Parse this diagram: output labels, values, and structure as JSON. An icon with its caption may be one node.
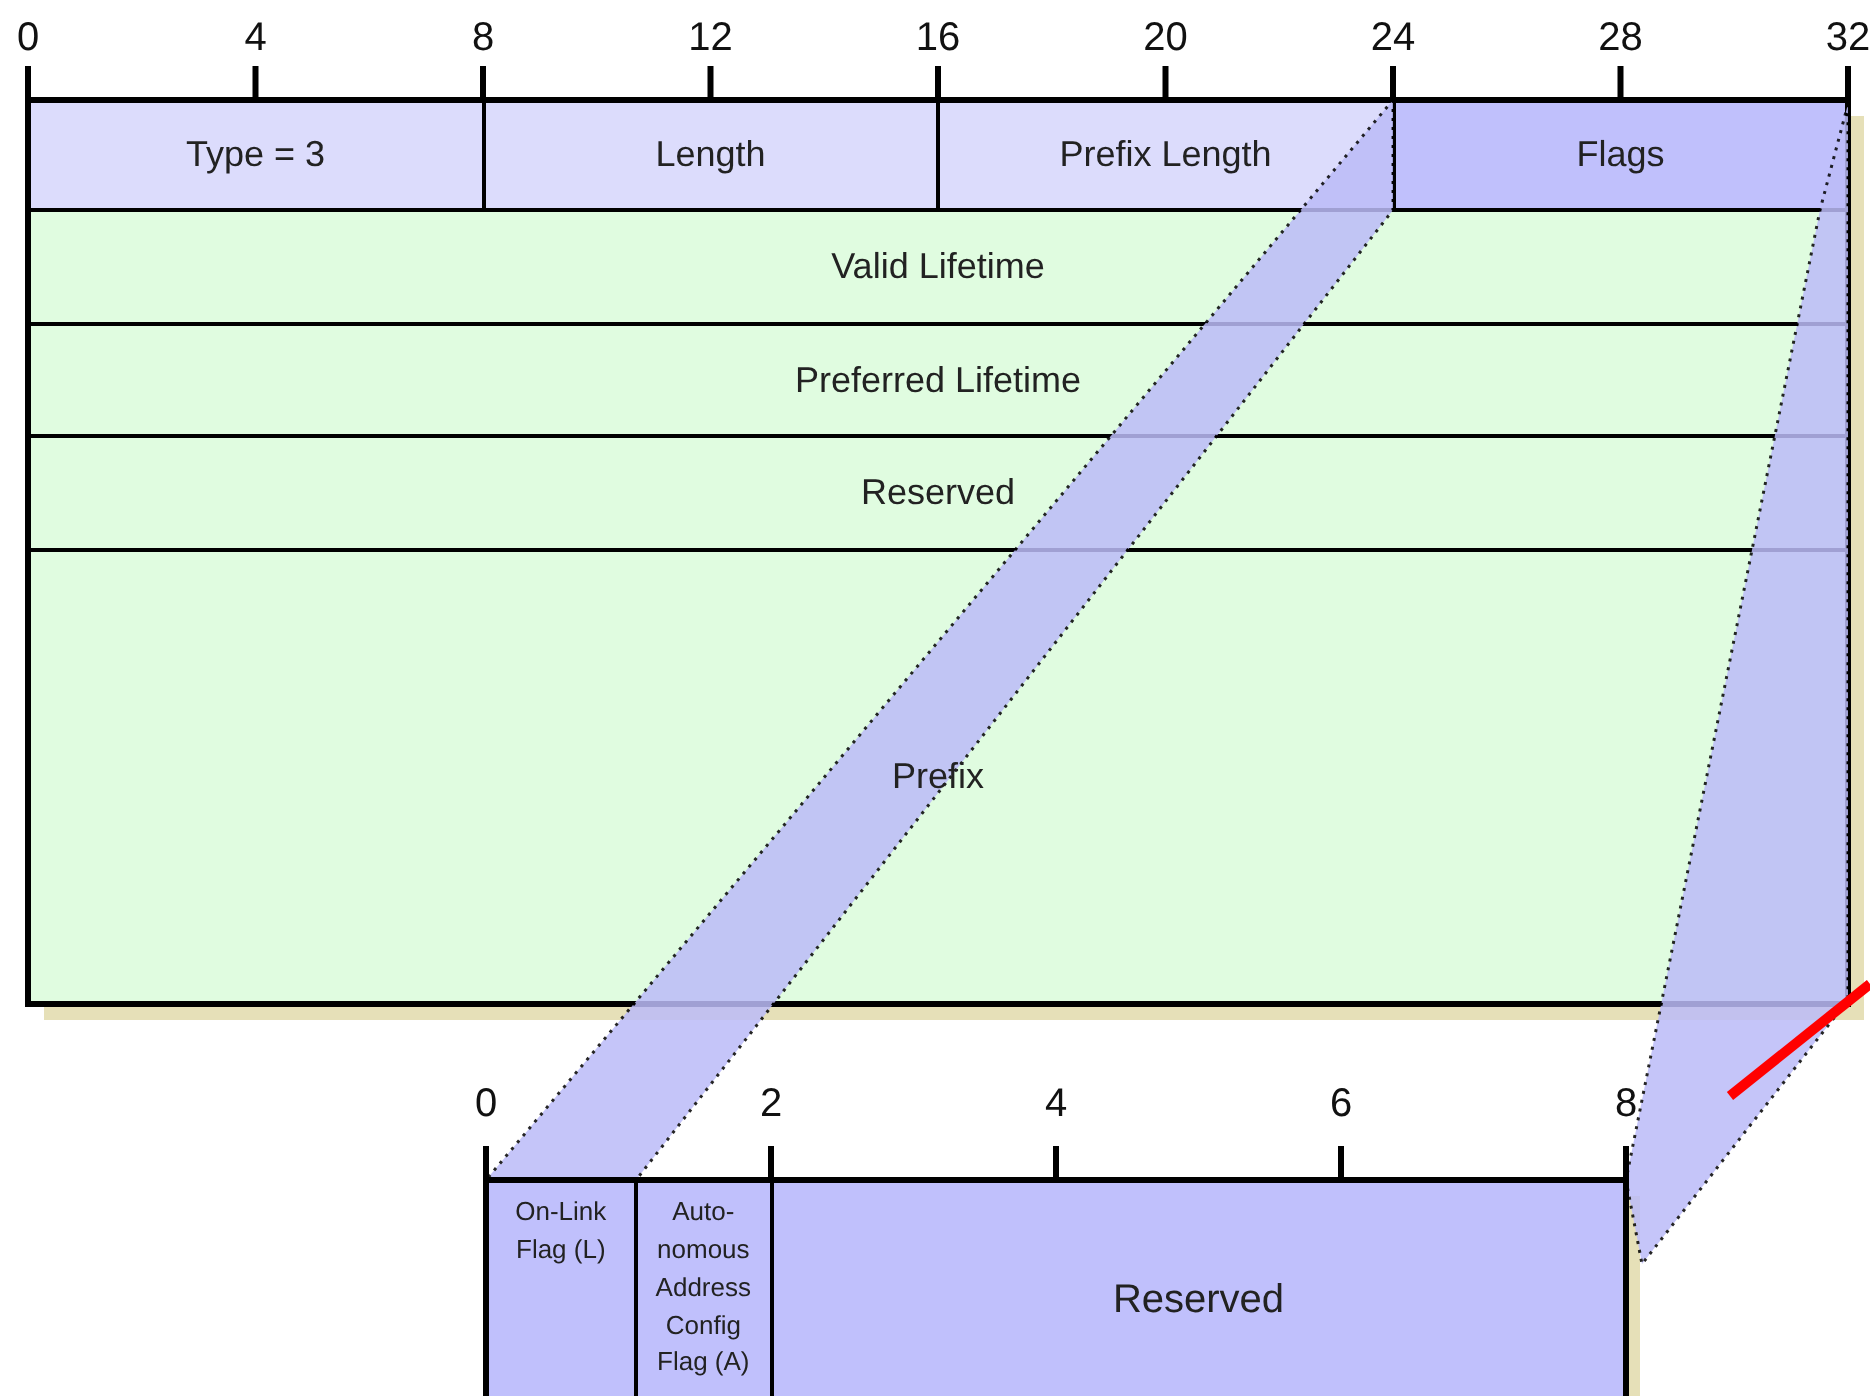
{
  "diagram": {
    "nodes": [
      {
        "text": [
          "Type = 3"
        ]
      },
      {
        "text": [
          "Length"
        ]
      },
      {
        "text": [
          "Prefix Length"
        ]
      },
      {
        "text": [
          "Flags"
        ]
      },
      {
        "text": [
          "Valid Lifetime"
        ]
      },
      {
        "text": [
          "Preferred Lifetime"
        ]
      },
      {
        "text": [
          "Reserved"
        ]
      },
      {
        "text": [
          "Prefix"
        ]
      },
      {
        "text": [
          "On-Link Flag (L)"
        ]
      },
      {
        "text": [
          "Auto- nomous Address Config Flag (A)"
        ]
      },
      {
        "text": [
          "Reserved"
        ]
      }
    ],
    "labels": [
      "0",
      "4",
      "8",
      "12",
      "16",
      "20",
      "24",
      "28",
      "32",
      "0",
      "2",
      "4",
      "6",
      "8"
    ]
  }
}
